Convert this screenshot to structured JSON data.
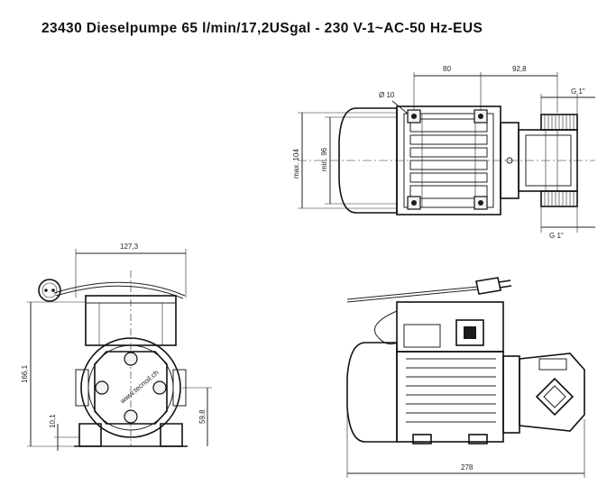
{
  "title": "23430 Dieselpumpe 65 l/min/17,2USgal - 230 V-1~AC-50 Hz-EUS",
  "dimensions": {
    "d_80": "80",
    "d_92_8": "92,8",
    "d_hole": "Ø 10",
    "d_g1_top": "G 1\"",
    "d_g1_bottom": "G 1\"",
    "d_max104": "max. 104",
    "d_min96": "min. 96",
    "d_127_3": "127,3",
    "d_166_1": "166,1",
    "d_10_1": "10,1",
    "d_59_8": "59,8",
    "d_278": "278"
  },
  "logo_text": "www.tecnoil.ch"
}
